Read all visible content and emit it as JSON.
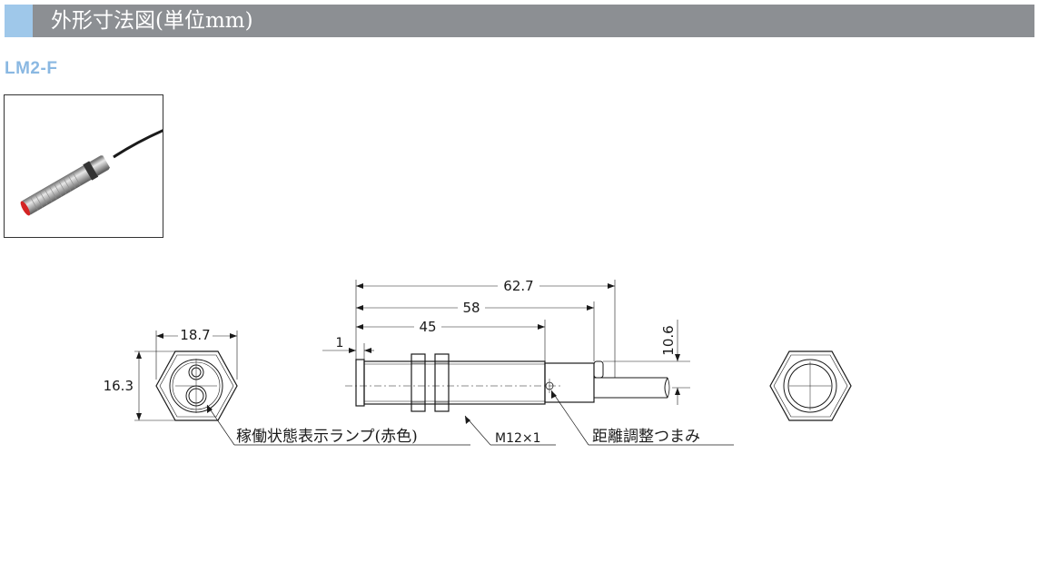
{
  "header": {
    "title": "外形寸法図(単位mm)"
  },
  "model": "LM2-F",
  "dimensions": {
    "total_length": "62.7",
    "body_length": "58",
    "thread_length": "45",
    "tip_offset": "1",
    "cable_height": "10.6",
    "hex_width": "18.7",
    "hex_height": "16.3"
  },
  "callouts": {
    "indicator_lamp": "稼働状態表示ランプ(赤色)",
    "thread_spec": "M12×1",
    "distance_knob": "距離調整つまみ"
  }
}
